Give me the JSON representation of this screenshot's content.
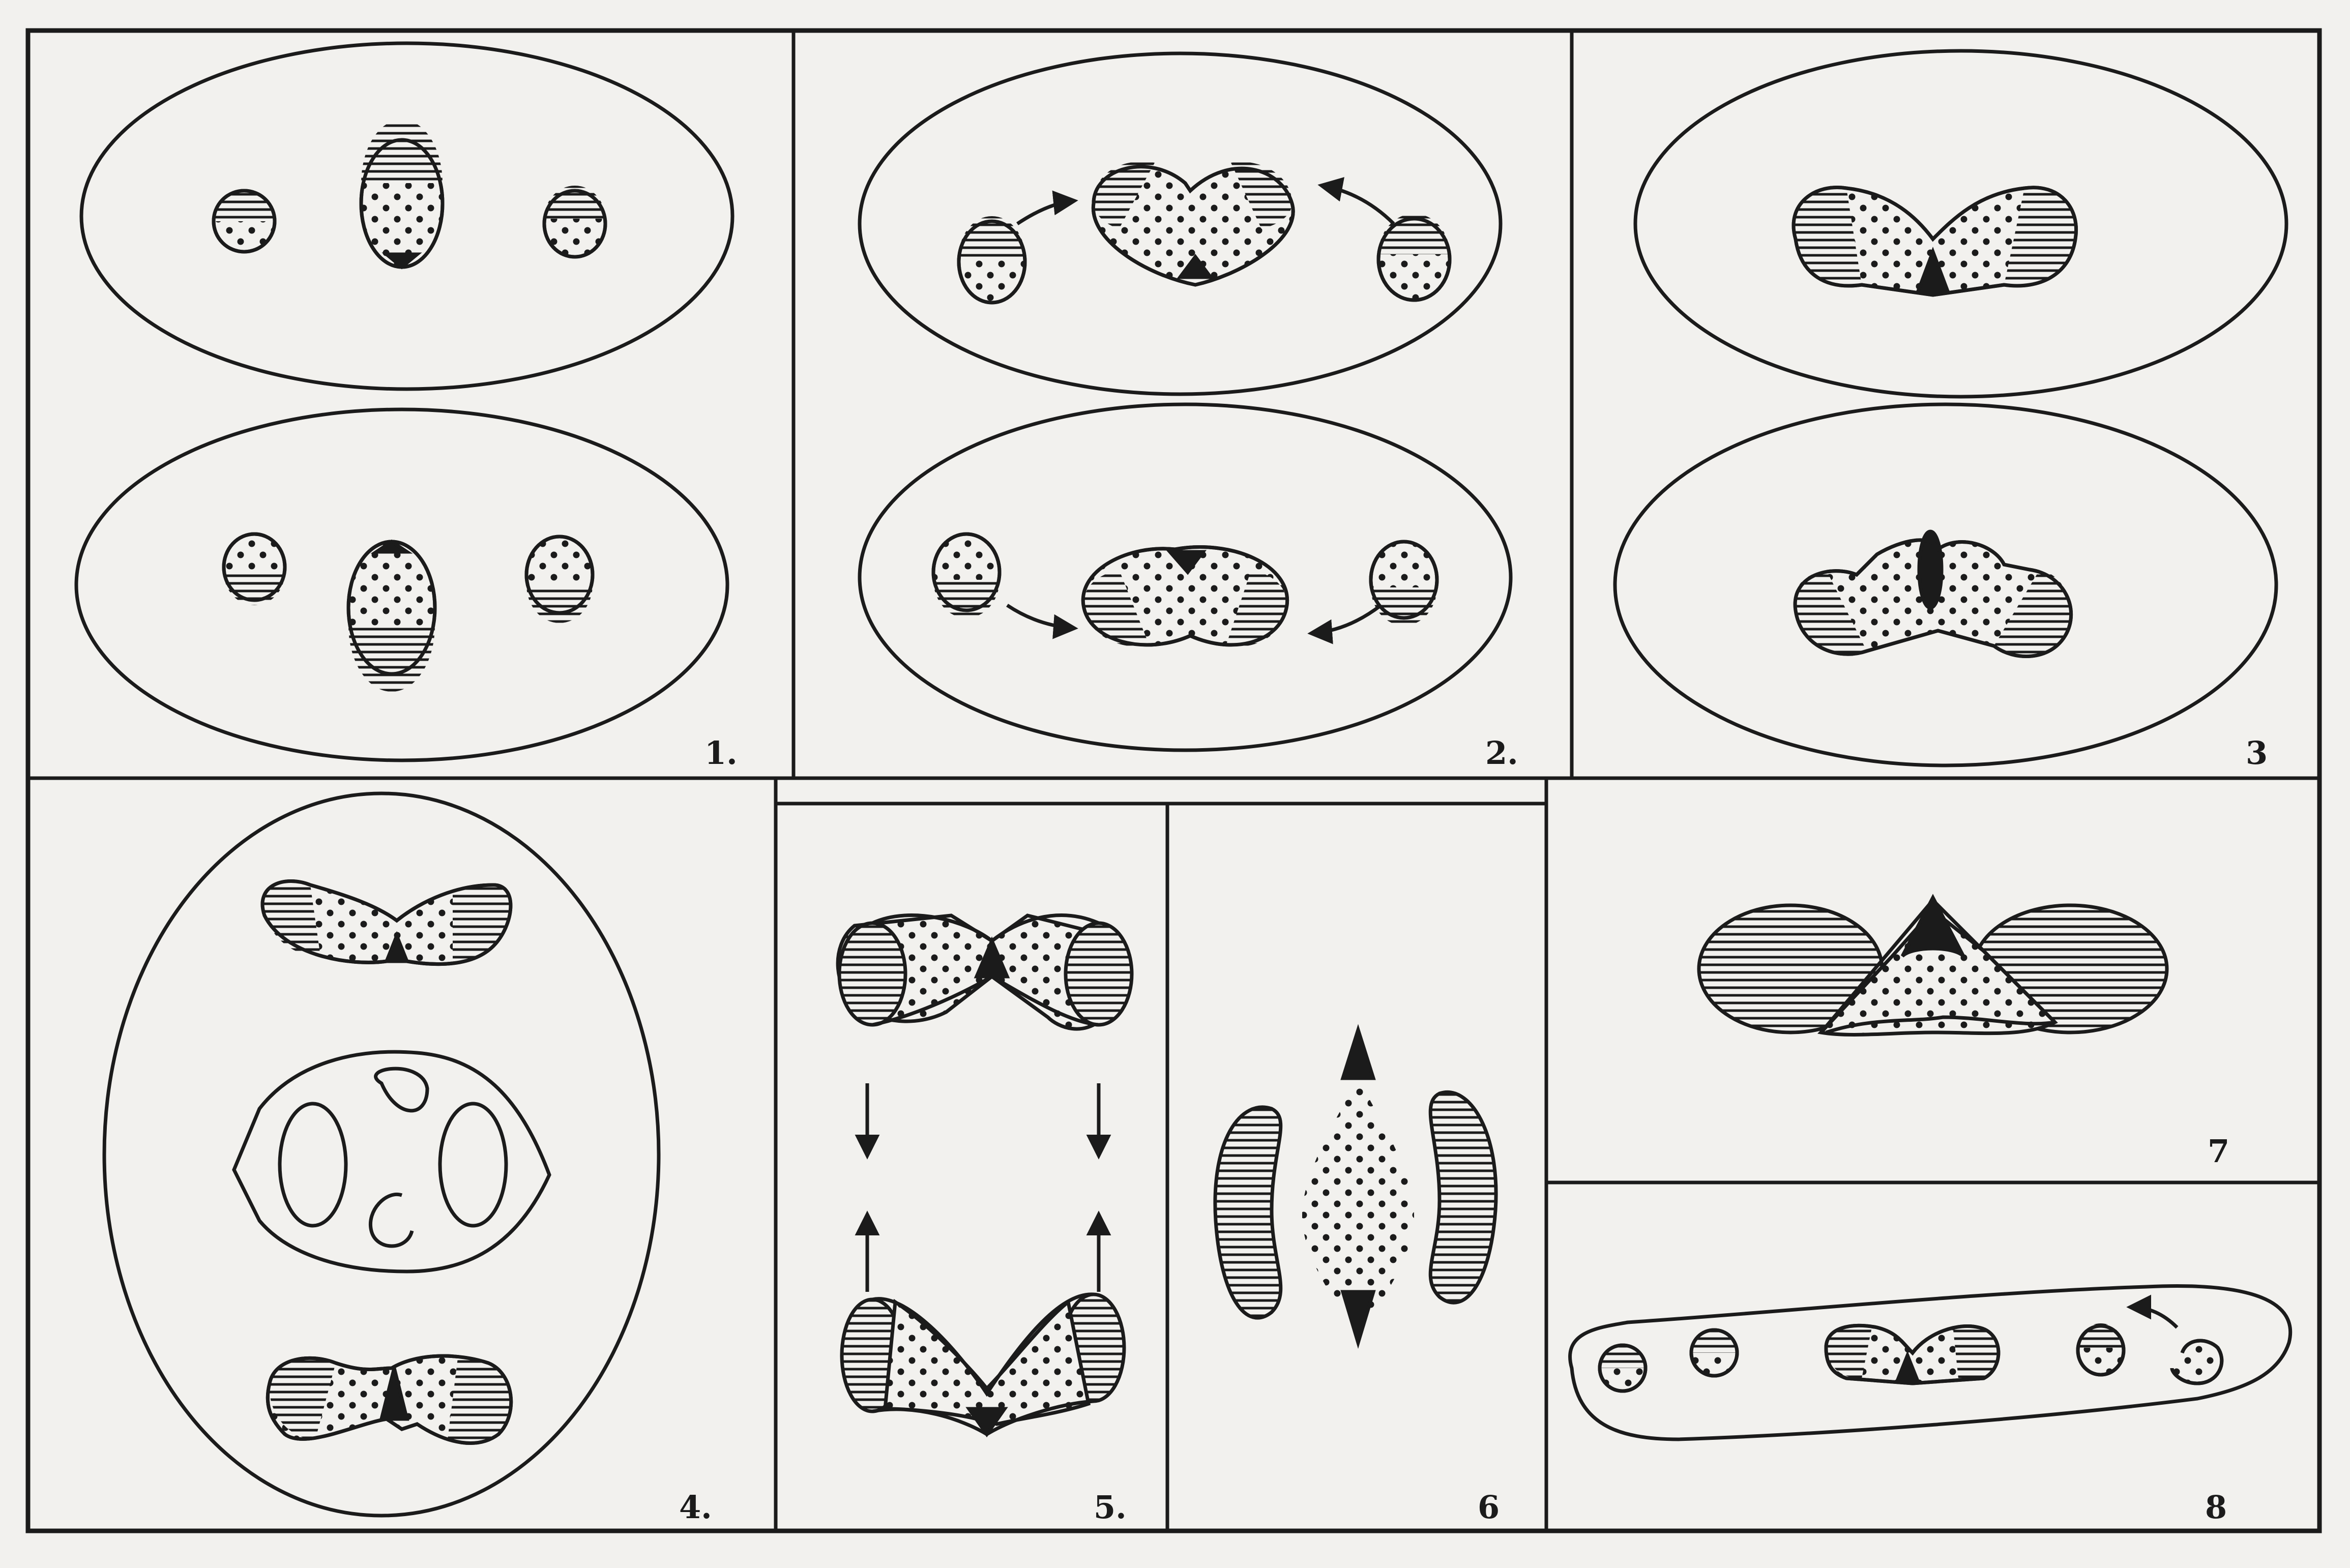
{
  "panels": [
    {
      "id": "1",
      "label": "1."
    },
    {
      "id": "2",
      "label": "2."
    },
    {
      "id": "3",
      "label": "3"
    },
    {
      "id": "4",
      "label": "4."
    },
    {
      "id": "5",
      "label": "5."
    },
    {
      "id": "6",
      "label": "6"
    },
    {
      "id": "7",
      "label": "7"
    },
    {
      "id": "8",
      "label": "8"
    }
  ],
  "colors": {
    "ink": "#1b1b1b",
    "paper": "#f2f1ee"
  }
}
